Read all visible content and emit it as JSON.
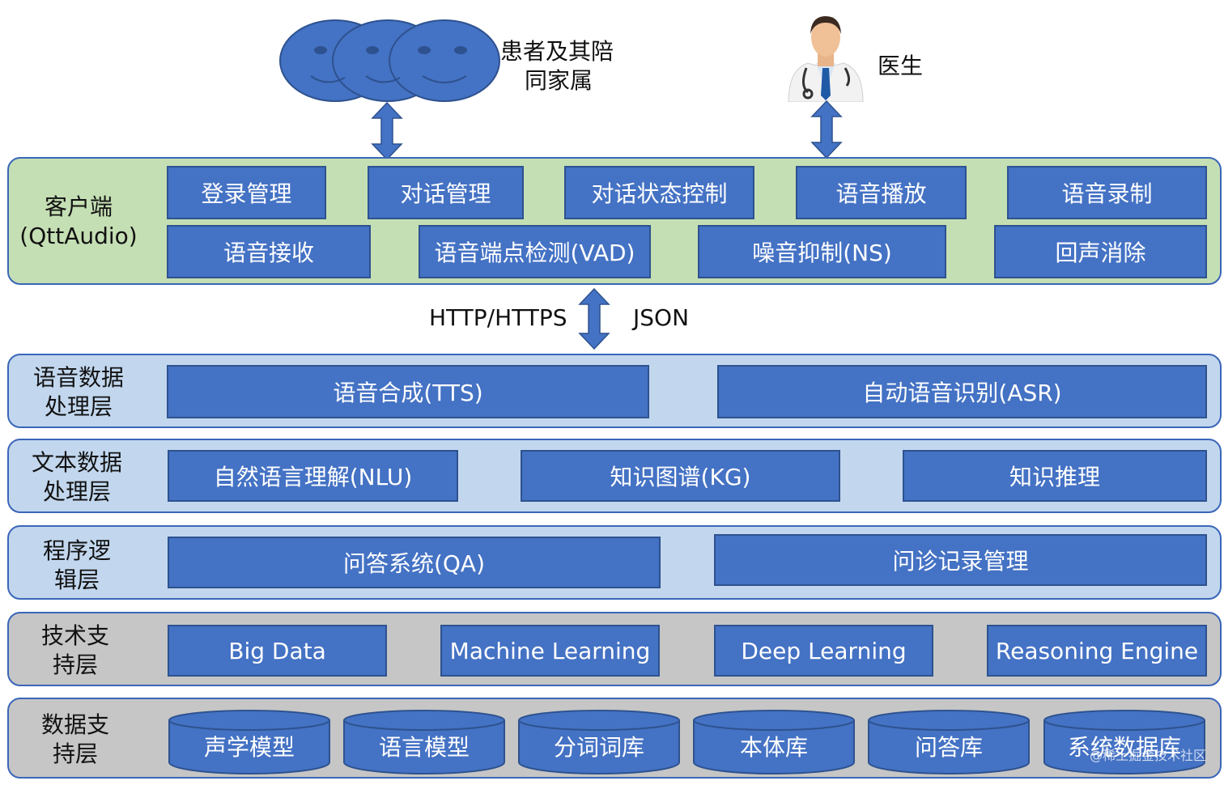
{
  "top": {
    "patient_label_line1": "患者及其陪",
    "patient_label_line2": "同家属",
    "doctor_label": "医生"
  },
  "client_layer": {
    "label_line1": "客户端",
    "label_line2": "(QttAudio)",
    "row1": [
      "登录管理",
      "对话管理",
      "对话状态控制",
      "语音播放",
      "语音录制"
    ],
    "row2": [
      "语音接收",
      "语音端点检测(VAD)",
      "噪音抑制(NS)",
      "回声消除"
    ]
  },
  "connector": {
    "left_label": "HTTP/HTTPS",
    "right_label": "JSON"
  },
  "speech_layer": {
    "label_line1": "语音数据",
    "label_line2": "处理层",
    "items": [
      "语音合成(TTS)",
      "自动语音识别(ASR)"
    ]
  },
  "text_layer": {
    "label_line1": "文本数据",
    "label_line2": "处理层",
    "items": [
      "自然语言理解(NLU)",
      "知识图谱(KG)",
      "知识推理"
    ]
  },
  "logic_layer": {
    "label_line1": "程序逻",
    "label_line2": "辑层",
    "items": [
      "问答系统(QA)",
      "问诊记录管理"
    ]
  },
  "tech_layer": {
    "label_line1": "技术支",
    "label_line2": "持层",
    "items": [
      "Big Data",
      "Machine Learning",
      "Deep Learning",
      "Reasoning Engine"
    ]
  },
  "data_layer": {
    "label_line1": "数据支",
    "label_line2": "持层",
    "items": [
      "声学模型",
      "语言模型",
      "分词词库",
      "本体库",
      "问答库",
      "系统数据库"
    ]
  },
  "watermark": "@稀土掘金技术社区",
  "colors": {
    "box_fill": "#4472c4",
    "client_bg": "#c5dfb4",
    "blue_layer_bg": "#c2d7ee",
    "grey_layer_bg": "#c6c6c6"
  }
}
